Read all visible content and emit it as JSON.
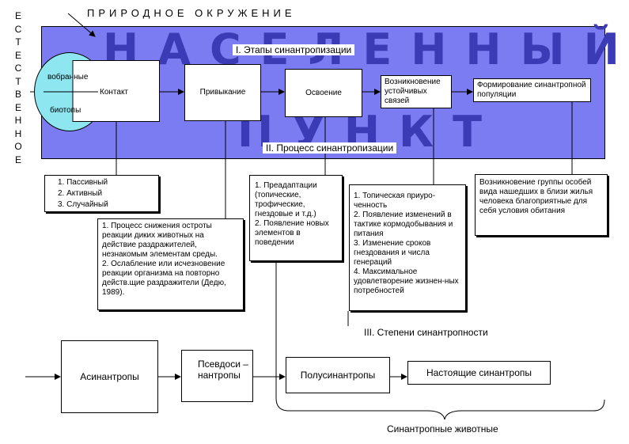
{
  "natural_env_title": "ПРИРОДНОЕ   ОКРУЖЕНИЕ",
  "natural_vertical": "ЕСТЕСТВЕННОЕ",
  "settlement_word1": "НАСЕЛЕННЫЙ",
  "settlement_word2": "ПУНКТ",
  "stages_title": "I. Этапы синантропизации",
  "process_title": "II. Процесс синантропизации",
  "degrees_title": "III.  Степени синантропности",
  "biotope_top": "вобранные",
  "biotope_bottom": "биотопы",
  "stages": {
    "contact": "Контакт",
    "habituation": "Привыкание",
    "assimilation": "Освоение",
    "stable_links": "Возникновение устойчивых связей",
    "population": "Формирование синантропной популяции"
  },
  "contact_types": [
    "1. Пассивный",
    "2. Активный",
    "3. Случайный"
  ],
  "habituation_notes": [
    "1. Процесс снижения остроты реакции диких животных на действие раздражителей, незнакомым элементам среды.",
    "2. Ослабление или исчезновение реакции организма на повторно действ.щие раздражители (Дедю, 1989)."
  ],
  "preadaptation_notes": [
    "1. Преадаптации (топические, трофические, гнездовые и т.д.)",
    "2. Появление новых элементов в поведении"
  ],
  "stable_links_notes": [
    "1. Топическая приуро-ченность",
    "2. Появление изменений в тактике кормодобывания и питания",
    "3. Изменение сроков гнездования и числа генераций",
    "4. Максимальное удовлетворение жизнен-ных потребностей"
  ],
  "population_note": "Возникновение группы особей вида нашедших в близи жилья человека благоприятные для себя условия обитания",
  "degrees": {
    "asynanthropes": "Асинантропы",
    "pseudosynanthropes": "Псевдоси – нантропы",
    "semisynanthropes": "Полусинантропы",
    "true_synanthropes": "Настоящие синантропы"
  },
  "synanthropic_animals": "Синантропные животные",
  "colors": {
    "band": "#7b7bf2",
    "band_text": "#3b3bb5",
    "circle": "#8ee6f0"
  }
}
